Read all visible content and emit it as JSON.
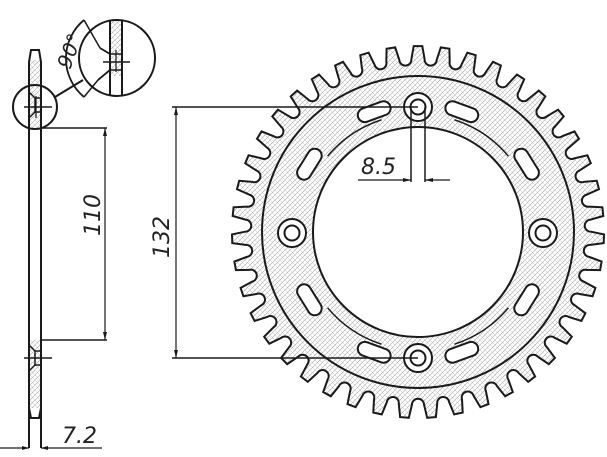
{
  "drawing": {
    "type": "sprocket technical drawing",
    "colors": {
      "line": "#1a1a1a",
      "hatch": "#9a9a9a",
      "background": "#ffffff"
    },
    "dimensions": {
      "bolt_hole_spacing": "110",
      "bolt_circle_diameter": "132",
      "bolt_hole_diameter": "8.5",
      "thickness": "7.2",
      "chamfer_angle": "90°"
    },
    "sprocket": {
      "teeth_count": 43,
      "bolt_holes": 4,
      "slots": 8
    }
  }
}
